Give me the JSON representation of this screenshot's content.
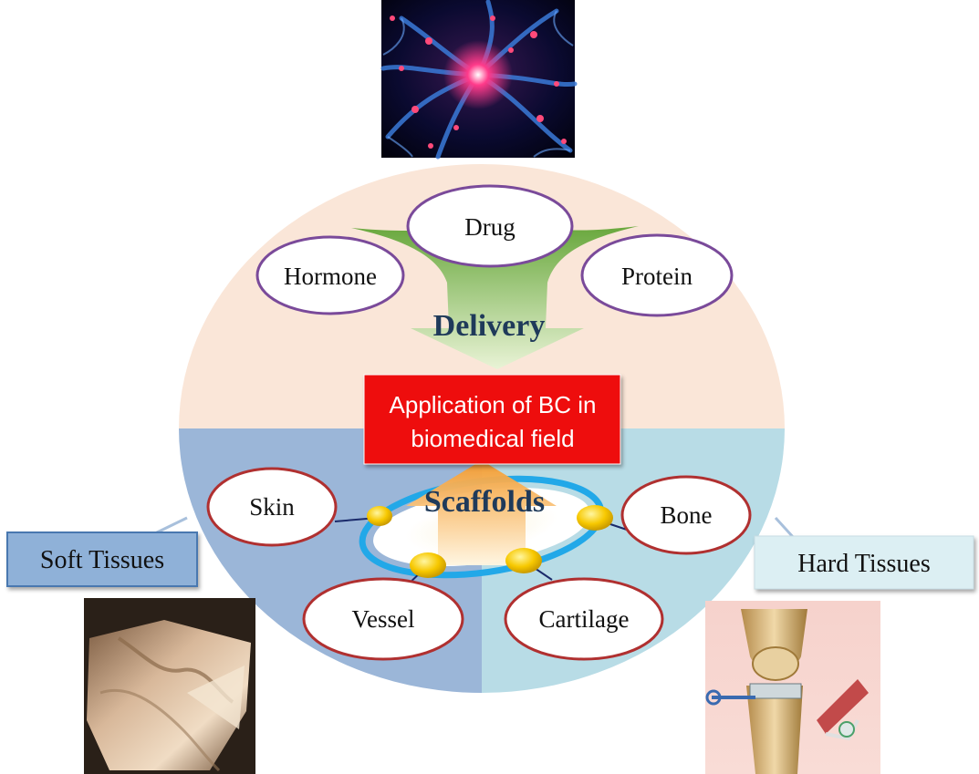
{
  "title_box": {
    "line1": "Application of BC in",
    "line2": "biomedical field"
  },
  "delivery": {
    "label": "Delivery",
    "items": [
      "Hormone",
      "Drug",
      "Protein"
    ]
  },
  "scaffolds": {
    "label": "Scaffolds",
    "items": [
      "Skin",
      "Bone",
      "Vessel",
      "Cartilage"
    ]
  },
  "tissues": {
    "soft": "Soft Tissues",
    "hard": "Hard Tissues"
  },
  "images": {
    "top": "neuron-image",
    "bottom_left": "bc-membrane-image",
    "bottom_right": "knee-joint-image"
  },
  "colors": {
    "upper_region": "#fae6d8",
    "soft_region": "#9bb6d8",
    "hard_region": "#b8dce6",
    "title_box": "#ee1111",
    "delivery_text": "#1f3a5a",
    "ellipse_stroke": "#7a4a9a",
    "scaffold_ellipse_stroke": "#b03030",
    "arrow_green": "#7cb843",
    "arrow_orange": "#f5a032",
    "soft_tissue_box": "#8fb1d8",
    "hard_tissue_box": "#dceff3"
  }
}
